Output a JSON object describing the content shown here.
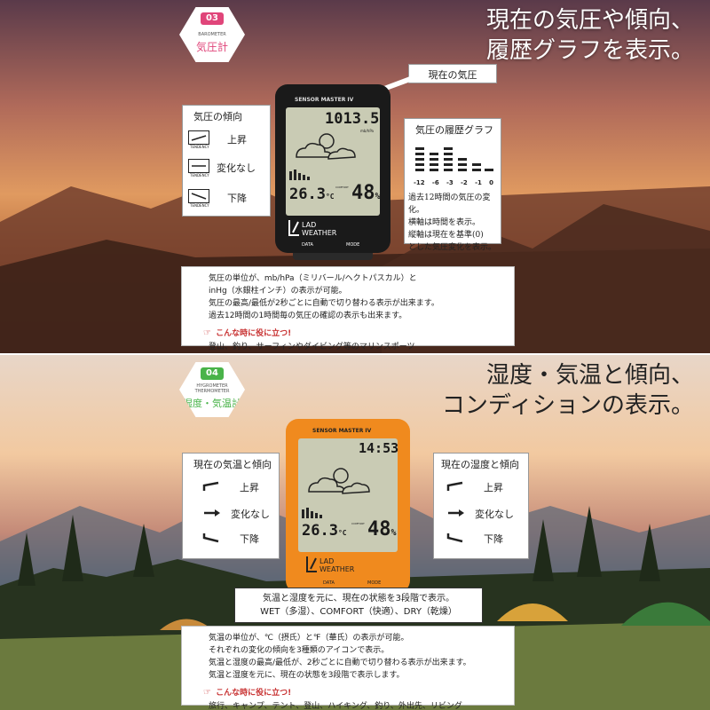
{
  "panel1": {
    "badge": {
      "number": "03",
      "label_en": "BAROMETER",
      "label_jp": "気圧計"
    },
    "headline": [
      "現在の気圧や傾向、",
      "履歴グラフを表示。"
    ],
    "current_callout": "現在の気圧",
    "trend": {
      "title": "気圧の傾向",
      "items": [
        {
          "label": "上昇",
          "sub": "TENDENCY"
        },
        {
          "label": "変化なし",
          "sub": "TENDENCY"
        },
        {
          "label": "下降",
          "sub": "TENDENCY"
        }
      ]
    },
    "history": {
      "title": "気圧の履歴グラフ",
      "x_labels": [
        "-12",
        "-6",
        "-3",
        "-2",
        "-1",
        "0"
      ],
      "desc": [
        "過去12時間の気圧の変化。",
        "横軸は時間を表示。",
        "縦軸は現在を基準(0)",
        "とした気圧変化を表示。"
      ]
    },
    "device": {
      "model": "SENSOR MASTER IV",
      "pressure": "1013.5",
      "unit": "mb/hPa",
      "temp": "26.3",
      "temp_unit": "°C",
      "humidity": "48",
      "humidity_unit": "%",
      "comfort": "COMFORT",
      "brand_line1": "LAD",
      "brand_line2": "WEATHER",
      "btn_left": "DATA",
      "btn_right": "MODE"
    },
    "info": [
      "気圧の単位が、mb/hPa（ミリバール/ヘクトパスカル）と",
      "inHg（水銀柱インチ）の表示が可能。",
      "気圧の最高/最低が2秒ごとに自動で切り替わる表示が出来ます。",
      "過去12時間の1時間毎の気圧の確認の表示も出来ます。"
    ],
    "hint": "こんな時に役に立つ!",
    "usage": "登山、釣り、サーフィンやダイビング等のマリンスポーツ"
  },
  "panel2": {
    "badge": {
      "number": "04",
      "label_en1": "HYGROMETER",
      "label_en2": "THERMOMETER",
      "label_jp": "湿度・気温計"
    },
    "headline": [
      "湿度・気温と傾向、",
      "コンディションの表示。"
    ],
    "temp_trend": {
      "title": "現在の気温と傾向",
      "items": [
        "上昇",
        "変化なし",
        "下降"
      ]
    },
    "hum_trend": {
      "title": "現在の湿度と傾向",
      "items": [
        "上昇",
        "変化なし",
        "下降"
      ]
    },
    "device": {
      "model": "SENSOR MASTER IV",
      "time": "14:53",
      "temp": "26.3",
      "temp_unit": "°C",
      "humidity": "48",
      "humidity_unit": "%",
      "comfort": "COMFORT",
      "brand_line1": "LAD",
      "brand_line2": "WEATHER",
      "btn_left": "DATA",
      "btn_right": "MODE"
    },
    "condition": [
      "気温と湿度を元に、現在の状態を3段階で表示。",
      "WET（多湿）、COMFORT（快適）、DRY（乾燥）"
    ],
    "info": [
      "気温の単位が、℃（摂氏）と℉（華氏）の表示が可能。",
      "それぞれの変化の傾向を3種類のアイコンで表示。",
      "気温と湿度の最高/最低が、2秒ごとに自動で切り替わる表示が出来ます。",
      "気温と湿度を元に、現在の状態を3段階で表示します。"
    ],
    "hint": "こんな時に役に立つ!",
    "usage": "旅行、キャンプ、テント、登山、ハイキング、釣り、外出先、リビング"
  },
  "colors": {
    "badge1": "#e0457a",
    "badge2": "#49b349",
    "orange": "#f08a1e",
    "hint": "#c83232"
  }
}
